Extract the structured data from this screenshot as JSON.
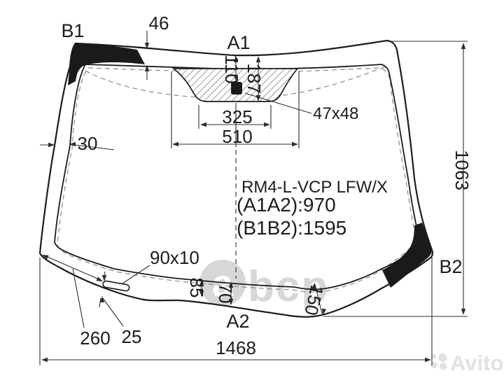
{
  "drawing": {
    "part_code": "RM4-L-VCP LFW/X",
    "spec_a1a2": "(A1A2):970",
    "spec_b1b2": "(B1B2):1595",
    "labels": {
      "b1": "B1",
      "a1": "A1",
      "a2": "A2",
      "b2": "B2"
    },
    "dims": {
      "top_band": "46",
      "left_band": "30",
      "sensor_top_offset": "110",
      "mirror_zone_height": "187",
      "mirror_zone_bottom_width": "325",
      "mirror_zone_top_width": "510",
      "sensor_size": "47x48",
      "slot_size": "90x10",
      "bottom_band_left": "85",
      "bottom_band_center": "70",
      "bottom_band_right": "150",
      "slot_to_corner": "260",
      "slot_to_edge": "25",
      "width_total": "1468",
      "height_total": "1063"
    }
  },
  "watermarks": {
    "abcp_initial": "a",
    "abcp_rest": "bcp",
    "avito": "Avito"
  },
  "colors": {
    "line": "#1c1c1c",
    "dim_line": "#2e2e2e",
    "watermark_gray": "#d7d7d7",
    "avito_gray": "#e2e2e2",
    "fill_black": "#1a1a1a"
  }
}
